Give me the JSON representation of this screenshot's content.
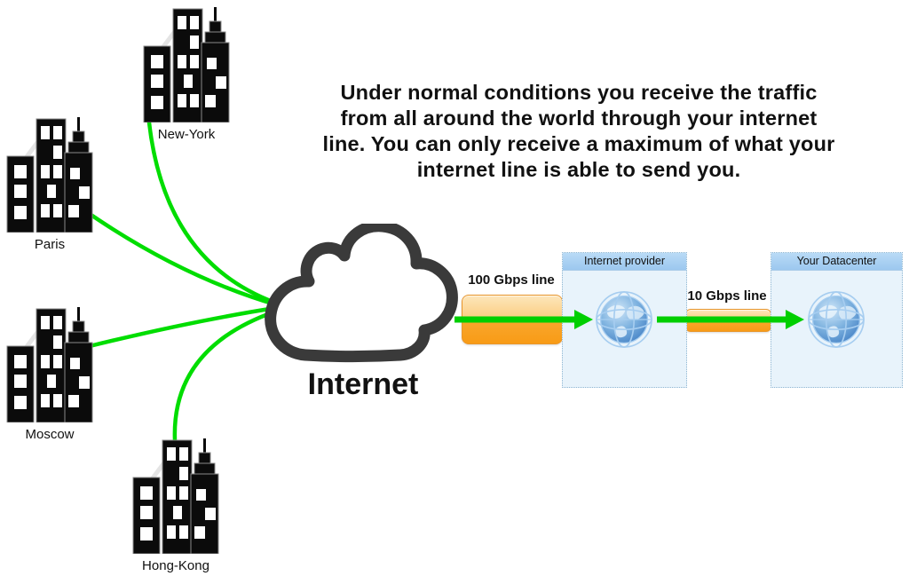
{
  "headline": {
    "lines": [
      "Under normal conditions you receive the traffic",
      "from all around the world through your internet",
      "line. You can only receive a maximum of what your",
      "internet line is able to send you."
    ]
  },
  "cloud": {
    "label": "Internet"
  },
  "cities": [
    {
      "label": "New-York"
    },
    {
      "label": "Paris"
    },
    {
      "label": "Moscow"
    },
    {
      "label": "Hong-Kong"
    }
  ],
  "links": [
    {
      "label": "100 Gbps line"
    },
    {
      "label": "10 Gbps line"
    }
  ],
  "nodes": [
    {
      "label": "Internet provider"
    },
    {
      "label": "Your Datacenter"
    }
  ],
  "colors": {
    "link_line_green": "#00dd00",
    "pipe_orange_top": "#fde6bb",
    "pipe_orange_bottom": "#f89b16",
    "panel_header_blue": "#9cc8ef",
    "panel_body_blue": "#e8f3fb",
    "cloud_outline": "#3a3a3a",
    "text_black": "#111111"
  }
}
